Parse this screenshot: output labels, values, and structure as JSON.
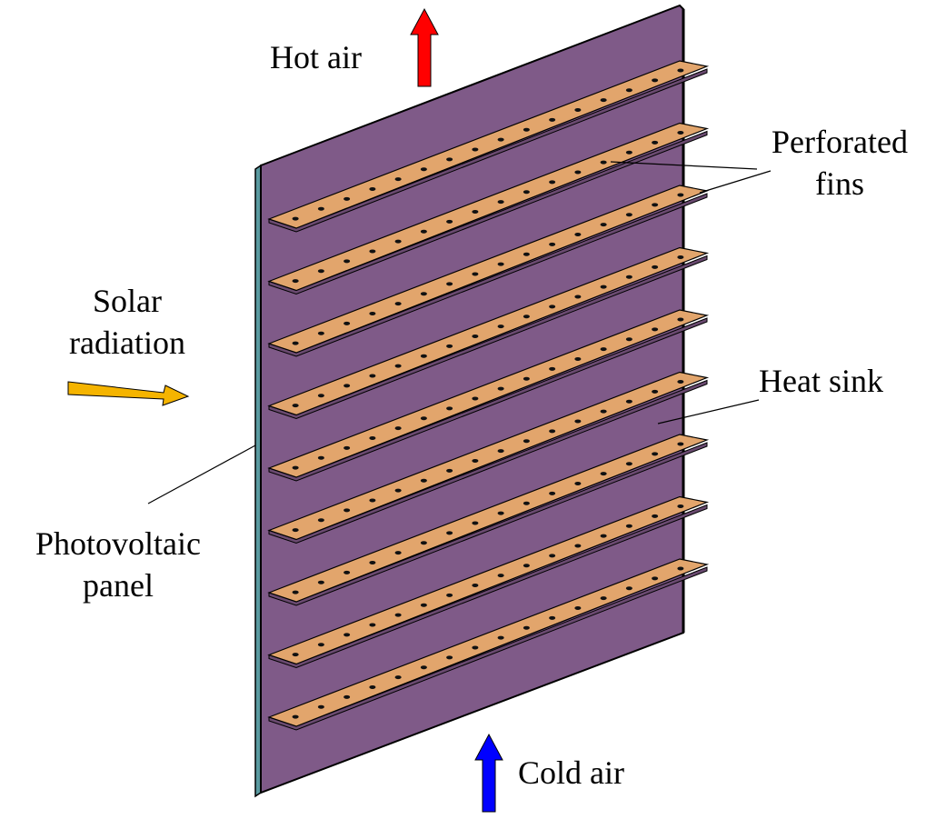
{
  "labels": {
    "hot_air": "Hot air",
    "perforated_fins": [
      "Perforated",
      "fins"
    ],
    "solar_radiation": [
      "Solar",
      "radiation"
    ],
    "heat_sink": "Heat sink",
    "photovoltaic_panel": [
      "Photovoltaic",
      "panel"
    ],
    "cold_air": "Cold air"
  },
  "fins": {
    "count": 9,
    "holes_per_fin": 16
  },
  "colors": {
    "panel": "#7f5a88",
    "panel_edge": "#5a9aa0",
    "fin": "#e2a56c",
    "hot_air_arrow": "#ff0000",
    "cold_air_arrow": "#0000ff",
    "solar_arrow": "#f5b400"
  }
}
